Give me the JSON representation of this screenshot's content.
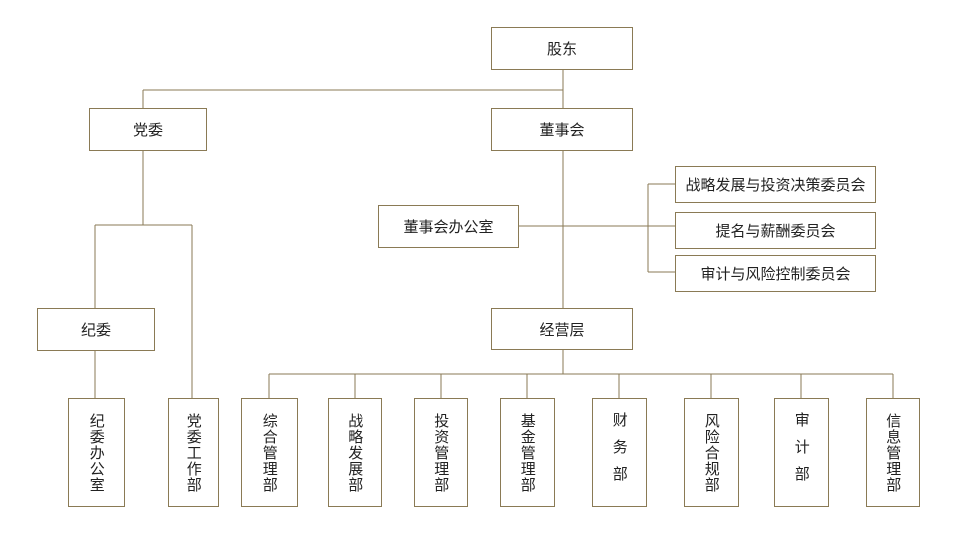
{
  "colors": {
    "line": "#8a7a55",
    "border": "#8a7a55",
    "text": "#222222"
  },
  "nodes": {
    "shareholders": "股东",
    "party_committee": "党委",
    "board": "董事会",
    "board_office": "董事会办公室",
    "strategy_committee": "战略发展与投资决策委员会",
    "nomination_committee": "提名与薪酬委员会",
    "audit_committee": "审计与风险控制委员会",
    "management": "经营层",
    "discipline_committee": "纪委",
    "discipline_office": "纪委办公室",
    "party_work_dept": "党委工作部",
    "departments": [
      "综合管理部",
      "战略发展部",
      "投资管理部",
      "基金管理部",
      "财务部",
      "风险合规部",
      "审计部",
      "信息管理部"
    ]
  }
}
